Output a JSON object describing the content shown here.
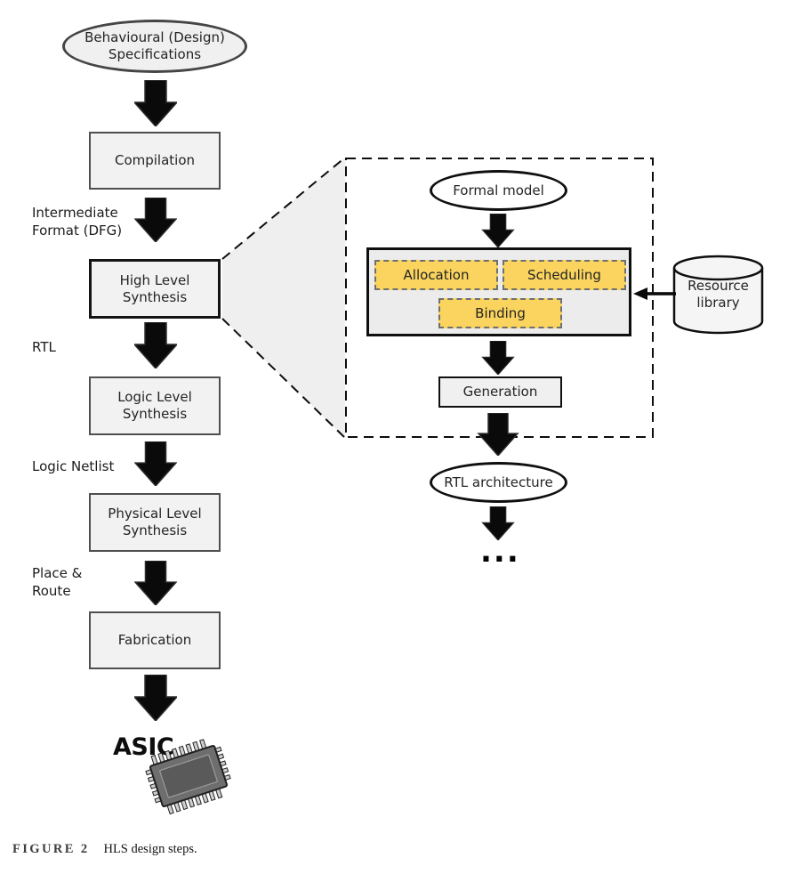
{
  "left_flow": {
    "start_label": "Behavioural (Design)\nSpecifications",
    "boxes": [
      {
        "label": "Compilation"
      },
      {
        "label": "High Level\nSynthesis"
      },
      {
        "label": "Logic Level\nSynthesis"
      },
      {
        "label": "Physical Level\nSynthesis"
      },
      {
        "label": "Fabrication"
      }
    ],
    "edge_labels": [
      {
        "label": "Intermediate\nFormat (DFG)"
      },
      {
        "label": "RTL"
      },
      {
        "label": "Logic Netlist"
      },
      {
        "label": "Place &\nRoute"
      }
    ],
    "output_label": "ASIC"
  },
  "hls_detail": {
    "input_label": "Formal model",
    "tasks": [
      {
        "label": "Allocation"
      },
      {
        "label": "Scheduling"
      },
      {
        "label": "Binding"
      }
    ],
    "generation_label": "Generation",
    "output_label": "RTL architecture",
    "continuation_label": "...",
    "resource_library_label": "Resource\nlibrary"
  },
  "caption": {
    "figure_label": "FIGURE 2",
    "figure_text": "HLS design steps."
  },
  "colors": {
    "task_fill": "#FAD45E",
    "step_box_fill": "#f2f2f2",
    "expansion_shade": "#efefef"
  }
}
